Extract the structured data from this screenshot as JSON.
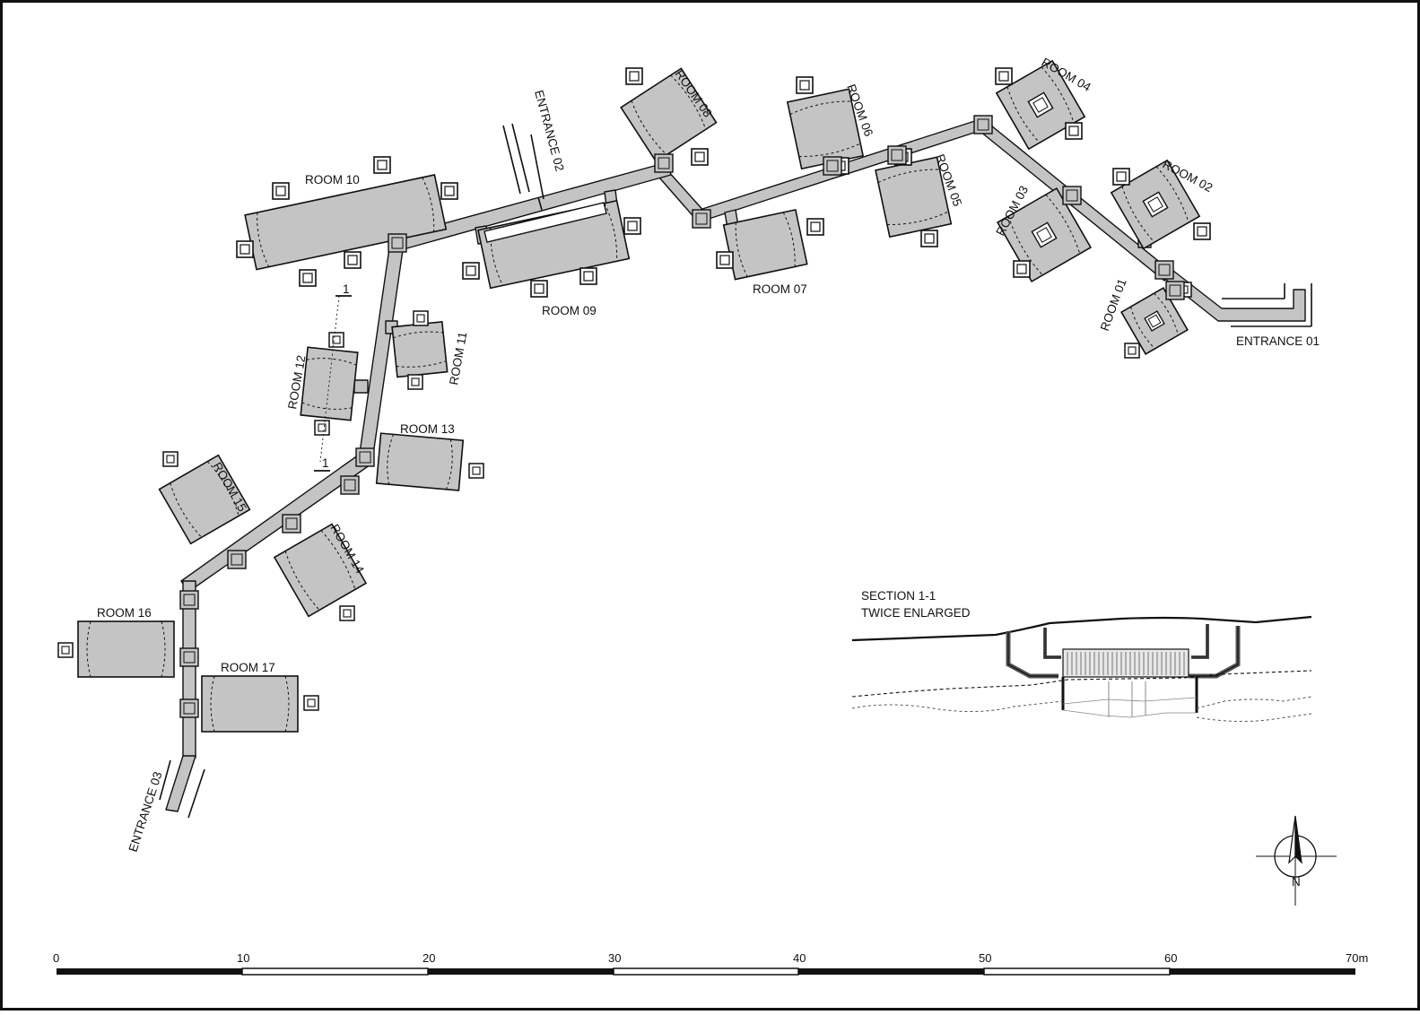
{
  "rooms": [
    {
      "id": "room-01",
      "label": "ROOM 01"
    },
    {
      "id": "room-02",
      "label": "ROOM 02"
    },
    {
      "id": "room-03",
      "label": "ROOM 03"
    },
    {
      "id": "room-04",
      "label": "ROOM 04"
    },
    {
      "id": "room-05",
      "label": "ROOM 05"
    },
    {
      "id": "room-06",
      "label": "ROOM 06"
    },
    {
      "id": "room-07",
      "label": "ROOM 07"
    },
    {
      "id": "room-08",
      "label": "ROOM 08"
    },
    {
      "id": "room-09",
      "label": "ROOM 09"
    },
    {
      "id": "room-10",
      "label": "ROOM 10"
    },
    {
      "id": "room-11",
      "label": "ROOM 11"
    },
    {
      "id": "room-12",
      "label": "ROOM 12"
    },
    {
      "id": "room-13",
      "label": "ROOM 13"
    },
    {
      "id": "room-14",
      "label": "ROOM 14"
    },
    {
      "id": "room-15",
      "label": "ROOM 15"
    },
    {
      "id": "room-16",
      "label": "ROOM 16"
    },
    {
      "id": "room-17",
      "label": "ROOM 17"
    }
  ],
  "entrances": [
    {
      "id": "entrance-01",
      "label": "ENTRANCE 01"
    },
    {
      "id": "entrance-02",
      "label": "ENTRANCE 02"
    },
    {
      "id": "entrance-03",
      "label": "ENTRANCE 03"
    }
  ],
  "section": {
    "title": "SECTION 1-1",
    "subtitle": "TWICE ENLARGED",
    "cut_marker": "1"
  },
  "north_arrow": {
    "label": "N",
    "icon": "north-arrow-icon"
  },
  "scale_bar": {
    "ticks": [
      "0",
      "10",
      "20",
      "30",
      "40",
      "50",
      "60",
      "70m"
    ]
  },
  "colors": {
    "room_fill": "#c4c4c4",
    "corridor_fill": "#c4c4c4",
    "line": "#111111",
    "background": "#ffffff"
  }
}
